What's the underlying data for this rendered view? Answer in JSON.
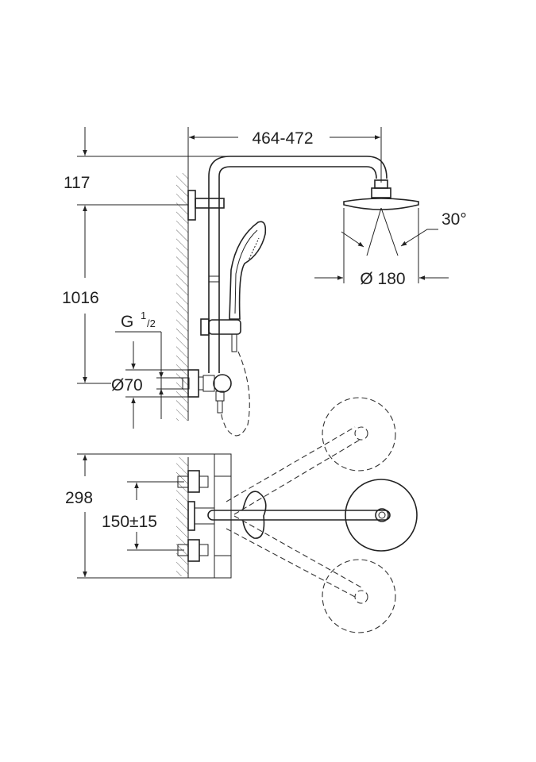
{
  "dimensions": {
    "arm_projection": "464-472",
    "top_offset": "117",
    "rail_height": "1016",
    "thread_main": "G",
    "thread_num": "1",
    "thread_den": "/2",
    "escutcheon_diameter": "Ø70",
    "head_diameter": "Ø 180",
    "spray_angle": "30°",
    "depth": "298",
    "inlet_spacing": "150±15"
  }
}
